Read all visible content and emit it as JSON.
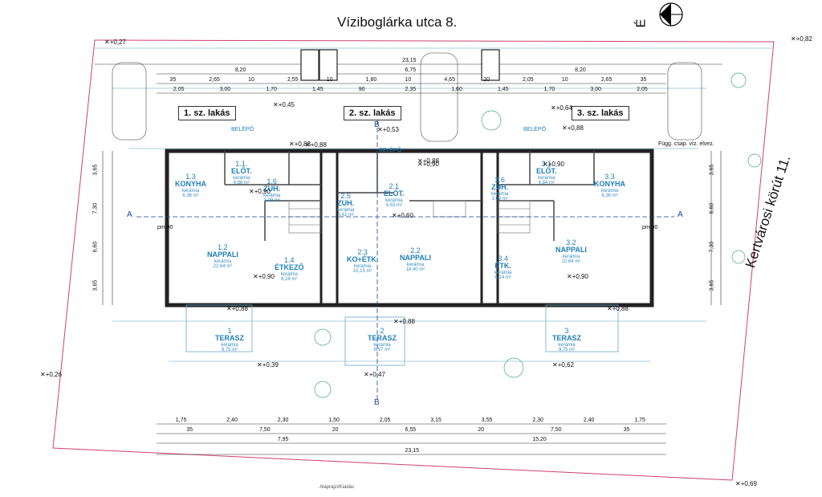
{
  "street_top": "Víziboglárka utca 8.",
  "street_right": "Kertvárosi körút 11.",
  "compass_label": "É",
  "apartments": [
    "1. sz. lakás",
    "2. sz. lakás",
    "3. sz. lakás"
  ],
  "rooms": [
    {
      "num": "1.3",
      "name": "KONYHA",
      "mat": "kerámia",
      "area": "6,36 m²"
    },
    {
      "num": "1.1.",
      "name": "ELŐT.",
      "mat": "kerámia",
      "area": "4,86 m²"
    },
    {
      "num": "1.6",
      "name": "ZUH.",
      "mat": "kerámia",
      "area": "3,09 m²"
    },
    {
      "num": "1.2",
      "name": "NAPPALI",
      "mat": "kerámia",
      "area": "22,64 m²"
    },
    {
      "num": "1.4",
      "name": "ÉTKEZŐ",
      "mat": "kerámia",
      "area": "6,24 m²"
    },
    {
      "num": "1",
      "name": "TERASZ",
      "mat": "kerámia",
      "area": "9,75 m²"
    },
    {
      "num": "2.5",
      "name": "ZUH.",
      "mat": "kerámia",
      "area": "3,42 m²"
    },
    {
      "num": "2.1",
      "name": "ELŐT.",
      "mat": "kerámia",
      "area": "4,53 m²"
    },
    {
      "num": "2.3",
      "name": "KO+ÉTK.",
      "mat": "kerámia",
      "area": "10,15 m²"
    },
    {
      "num": "2.2",
      "name": "NAPPALI",
      "mat": "kerámia",
      "area": "18,40 m²"
    },
    {
      "num": "2",
      "name": "TERASZ",
      "mat": "kerámia",
      "area": "6,57 m²"
    },
    {
      "num": "3.6",
      "name": "ZUH.",
      "mat": "kerámia",
      "area": "3,09 m²"
    },
    {
      "num": "3.1",
      "name": "ELŐT.",
      "mat": "kerámia",
      "area": "4,84 m²"
    },
    {
      "num": "3.3",
      "name": "KONYHA",
      "mat": "kerámia",
      "area": "6,36 m²"
    },
    {
      "num": "3.2",
      "name": "NAPPALI",
      "mat": "kerámia",
      "area": "22,64 m²"
    },
    {
      "num": "3.4",
      "name": "ÉTK.",
      "mat": "kerámia",
      "area": "6,24 m²"
    },
    {
      "num": "3",
      "name": "TERASZ",
      "mat": "kerámia",
      "area": "9,75 m²"
    }
  ],
  "levels": [
    "+0,27",
    "+0,82",
    "+0,45",
    "+0,53",
    "+0,64",
    "+0,88",
    "+0,88",
    "+0,90",
    "+0,90",
    "+0,88",
    "+0,90",
    "+0,60",
    "+0,90",
    "+0,90",
    "+0,88",
    "+0,88",
    "+0,88",
    "+0,88",
    "+0,39",
    "+0,47",
    "+0,62",
    "+0,26",
    "+0,69"
  ],
  "dimensions": {
    "top_total": "23,15",
    "top_row1": [
      "8,20",
      "6,75",
      "8,20"
    ],
    "top_row2": [
      "35",
      "2,65",
      "10",
      "2,55",
      "10",
      "1,80",
      "10",
      "4,65",
      "20",
      "2,05",
      "10",
      "2,65",
      "35"
    ],
    "top_row3": [
      "2,05",
      "3,00",
      "1,70",
      "1,45",
      "90",
      "2,35",
      "1,60",
      "1,45",
      "1,70",
      "3,00",
      "2,05"
    ],
    "bottom_row1": [
      "1,75",
      "2,40",
      "2,30",
      "1,50",
      "2,05",
      "3,15",
      "3,55",
      "2,30",
      "2,40",
      "1,75"
    ],
    "bottom_row2": [
      "35",
      "7,50",
      "20",
      "6,55",
      "20",
      "7,50",
      "35"
    ],
    "bottom_row3": [
      "7,95",
      "15,20"
    ],
    "bottom_total": "23,15",
    "left_col": [
      "3,65",
      "7,30",
      "6,60",
      "3,65"
    ],
    "right_col": [
      "3,65",
      "6,60",
      "7,30",
      "3,65"
    ]
  },
  "section_marks": [
    "A",
    "A",
    "B",
    "B"
  ],
  "labels_misc": [
    "BELÉPŐ",
    "BELÉPŐ",
    "BELÉPŐ",
    "Függ. csap. víz. elvez.",
    "pm 90",
    "pm 90"
  ],
  "footer": "Alaprajzi/Kiadás"
}
